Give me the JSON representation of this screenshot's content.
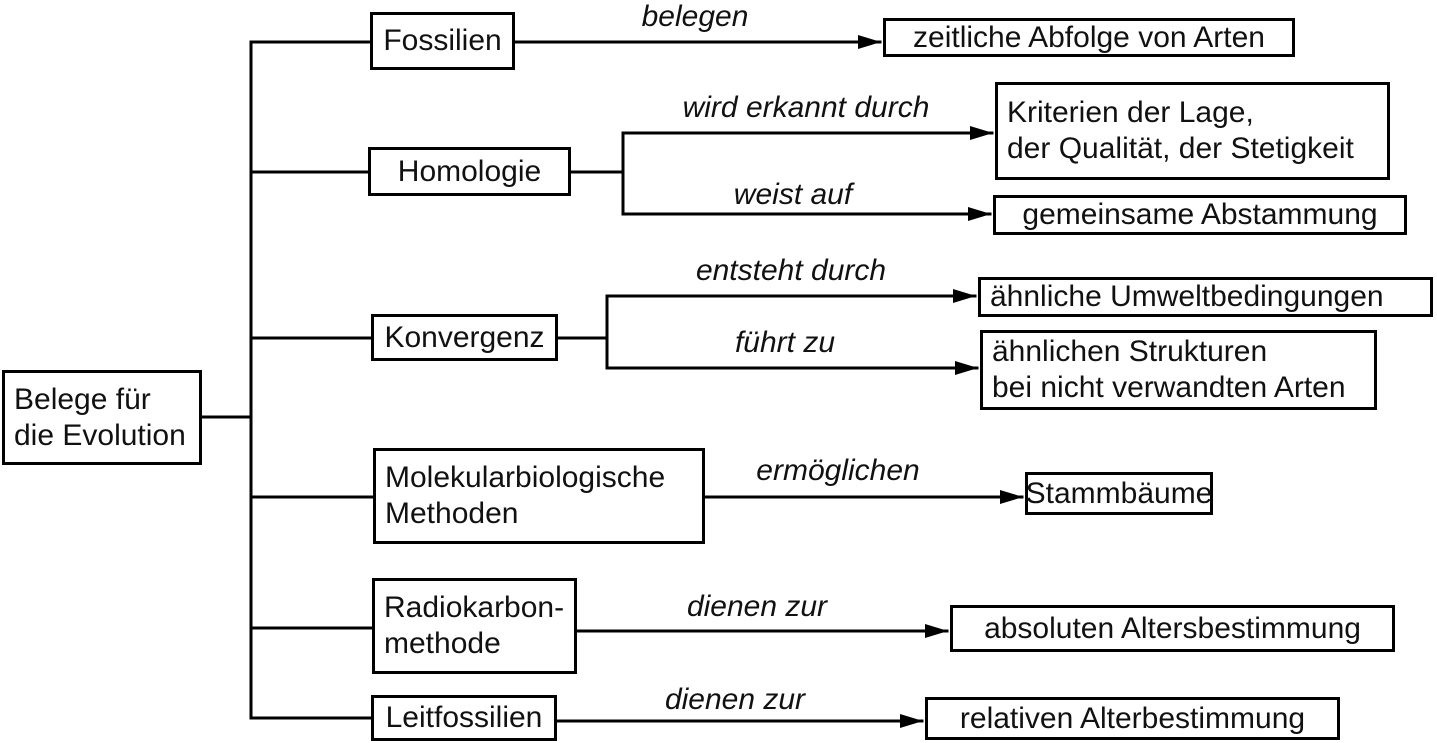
{
  "diagram": {
    "root": {
      "lines": [
        "Belege für",
        "die Evolution"
      ]
    },
    "nodes": {
      "fossilien": {
        "label": "Fossilien"
      },
      "homologie": {
        "label": "Homologie"
      },
      "konvergenz": {
        "label": "Konvergenz"
      },
      "molekular": {
        "lines": [
          "Molekularbiologische",
          "Methoden"
        ]
      },
      "radiokarbon": {
        "lines": [
          "Radiokarbon-",
          "methode"
        ]
      },
      "leitfossilien": {
        "label": "Leitfossilien"
      }
    },
    "targets": {
      "zeitliche": {
        "label": "zeitliche Abfolge von Arten"
      },
      "kriterien": {
        "lines": [
          "Kriterien der Lage,",
          "der Qualität, der Stetigkeit"
        ]
      },
      "abstammung": {
        "label": "gemeinsame Abstammung"
      },
      "umwelt": {
        "label": "ähnliche Umweltbedingungen"
      },
      "strukturen": {
        "lines": [
          "ähnlichen Strukturen",
          "bei nicht verwandten Arten"
        ]
      },
      "stammbaeume": {
        "label": "Stammbäume"
      },
      "absolut": {
        "label": "absoluten Altersbestimmung"
      },
      "relativ": {
        "label": "relativen Alterbestimmung"
      }
    },
    "edges": [
      {
        "from": "Fossilien",
        "label": "belegen",
        "to": "zeitliche Abfolge von Arten"
      },
      {
        "from": "Homologie",
        "label": "wird erkannt durch",
        "to": "Kriterien der Lage, der Qualität, der Stetigkeit"
      },
      {
        "from": "Homologie",
        "label": "weist auf",
        "to": "gemeinsame Abstammung"
      },
      {
        "from": "Konvergenz",
        "label": "entsteht durch",
        "to": "ähnliche Umweltbedingungen"
      },
      {
        "from": "Konvergenz",
        "label": "führt zu",
        "to": "ähnlichen Strukturen bei nicht verwandten Arten"
      },
      {
        "from": "Molekularbiologische Methoden",
        "label": "ermöglichen",
        "to": "Stammbäume"
      },
      {
        "from": "Radiokarbonmethode",
        "label": "dienen zur",
        "to": "absoluten Altersbestimmung"
      },
      {
        "from": "Leitfossilien",
        "label": "dienen zur",
        "to": "relativen Alterbestimmung"
      }
    ],
    "colors": {
      "line": "#000000",
      "background": "#ffffff",
      "text": "#111111"
    }
  }
}
